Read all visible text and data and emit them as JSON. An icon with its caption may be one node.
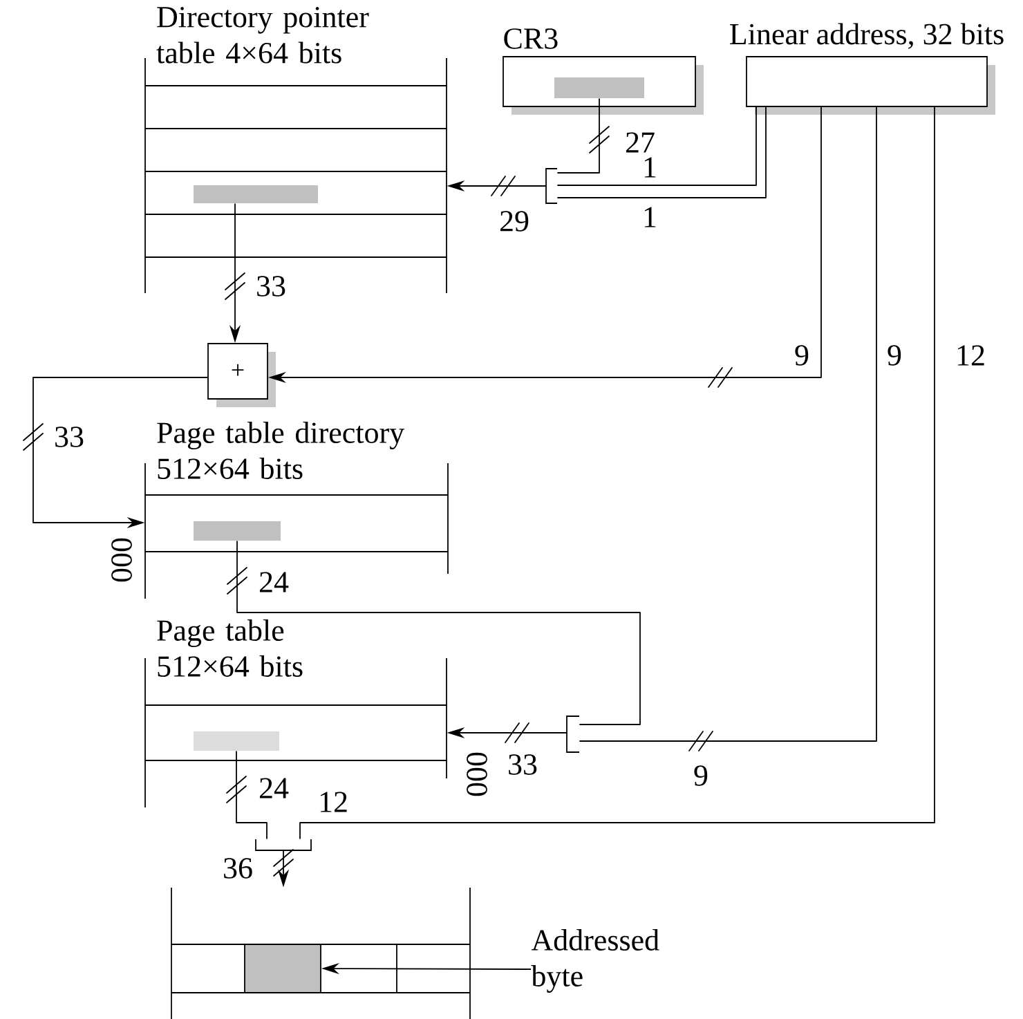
{
  "diagram": {
    "nodes": [
      {
        "text": [
          "Directory pointer table 4×64 bits"
        ]
      },
      {
        "text": [],
        "shape": "bar",
        "in": 0
      },
      {
        "text": [
          "CR3"
        ]
      },
      {
        "text": [],
        "shape": "bar",
        "in": 2
      },
      {
        "text": [
          "Linear address, 32 bits"
        ]
      },
      {
        "text": [
          "+"
        ]
      },
      {
        "text": [
          "Page table directory 512×64 bits"
        ]
      },
      {
        "text": [],
        "shape": "bar",
        "in": 6
      },
      {
        "text": [
          "Page table 512×64 bits"
        ]
      },
      {
        "text": [],
        "shape": "bar",
        "in": 8
      },
      {
        "text": [],
        "shape": "box"
      },
      {
        "text": [],
        "shape": "box",
        "in": 10
      },
      {
        "text": [
          "Addressed byte"
        ]
      },
      {
        "text": [],
        "shape": "bracket"
      },
      {
        "text": [],
        "shape": "bracket"
      },
      {
        "text": [],
        "shape": "bracket"
      }
    ],
    "edges": [
      {
        "from": 3,
        "to": 13,
        "arrow": "none",
        "label": "27"
      },
      {
        "from": 4,
        "to": 13,
        "arrow": "none",
        "label": "1"
      },
      {
        "from": 4,
        "to": 13,
        "arrow": "none",
        "label": "1"
      },
      {
        "from": 13,
        "to": 0,
        "arrow": "to",
        "label": "29"
      },
      {
        "from": 1,
        "to": 5,
        "arrow": "to",
        "label": "33"
      },
      {
        "from": 4,
        "to": 5,
        "arrow": "to",
        "label": "9"
      },
      {
        "from": 5,
        "to": 6,
        "arrow": "to",
        "label": "33"
      },
      {
        "from": 7,
        "to": 14,
        "arrow": "none",
        "label": "24"
      },
      {
        "from": 4,
        "to": 14,
        "arrow": "none",
        "label": "9"
      },
      {
        "from": 14,
        "to": 8,
        "arrow": "to",
        "label": "33"
      },
      {
        "from": 9,
        "to": 15,
        "arrow": "none",
        "label": "24"
      },
      {
        "from": 4,
        "to": 15,
        "arrow": "none",
        "label": "12"
      },
      {
        "from": 15,
        "to": 10,
        "arrow": "to",
        "label": "36"
      },
      {
        "from": 12,
        "to": 11,
        "arrow": "to"
      }
    ],
    "labels": [
      "9",
      "12",
      "000",
      "000"
    ]
  }
}
